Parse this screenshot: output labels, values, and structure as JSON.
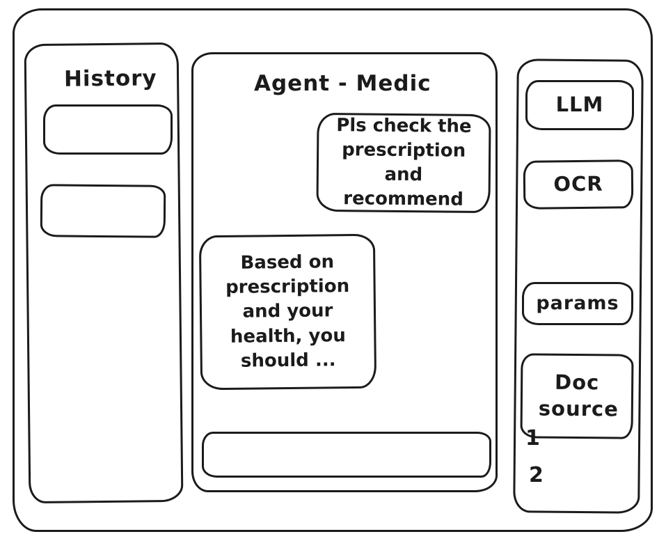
{
  "canvas": {
    "background": "#ffffff",
    "ink_color": "#1b1b1b"
  },
  "history_panel": {
    "title": "History",
    "items": [
      {
        "label": ""
      },
      {
        "label": ""
      }
    ]
  },
  "chat_panel": {
    "title": "Agent - Medic",
    "messages": [
      {
        "role": "user",
        "text": "Pls check the prescription and recommend"
      },
      {
        "role": "assistant",
        "text": "Based on prescription and your health, you should ..."
      }
    ],
    "input": {
      "value": "",
      "placeholder": ""
    }
  },
  "tools_panel": {
    "buttons": [
      {
        "label": "LLM"
      },
      {
        "label": "OCR"
      },
      {
        "label": "params"
      },
      {
        "label": "Doc source"
      }
    ],
    "doc_source_numbers": [
      {
        "label": "1"
      },
      {
        "label": "2"
      }
    ]
  }
}
